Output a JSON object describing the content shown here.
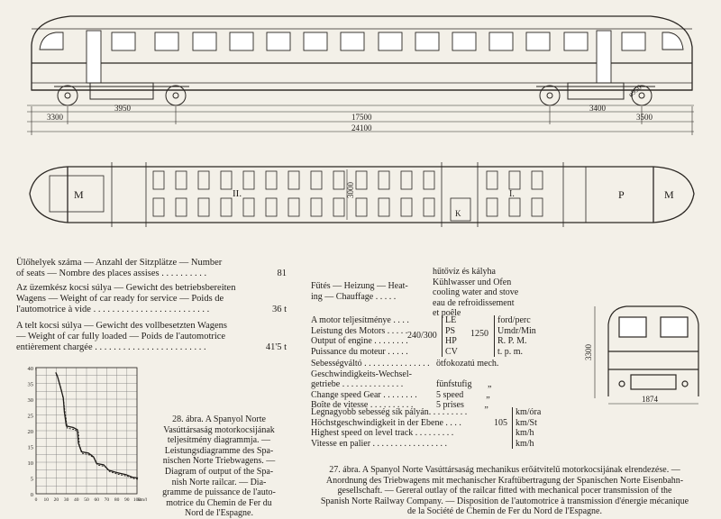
{
  "side_view": {
    "dim_labels": [
      "3300",
      "3950",
      "17500",
      "3400",
      "3500",
      "24100"
    ],
    "wheel_labels": [
      "ø950",
      "ø850"
    ]
  },
  "plan_view": {
    "labels": [
      "M",
      "II.",
      "3000",
      "K",
      "I.",
      "P",
      "M"
    ]
  },
  "weights": {
    "seats": {
      "text": "Ülőhelyek száma — Anzahl der Sitzplätze — Number\nof seats — Nombre des places assises . . . . . . . . . .",
      "value": "81"
    },
    "empty": {
      "text": "Az üzemkész kocsi súlya — Gewicht des betriebsbereiten\nWagens — Weight of car ready for service — Poids de\nl'automotrice à vide . . . . . . . . . . . . . . . . . . . . . . . . .",
      "value": "36 t"
    },
    "loaded": {
      "text": "A telt kocsi súlya — Gewicht des vollbesetzten Wagens\n— Weight of car fully loaded — Poids de l'automotrice\nentièrement chargée . . . . . . . . . . . . . . . . . . . . . . . .",
      "value": "41'5 t"
    }
  },
  "heating": {
    "label": "Fűtés — Heizung — Heat-\ning — Chauffage . . . . .",
    "values": "hűtővíz és kályha\nKühlwasser und Ofen\ncooling water and stove\neau de refroidissement\net poêle"
  },
  "engine": {
    "label": "A motor teljesítménye . . . .\nLeistung des Motors . . . . .\nOutput of engine . . . . . . . .\nPuissance du moteur . . . . .",
    "power": "240/300",
    "units": "LE\nPS\nHP\nCV",
    "rpm": "1250",
    "rpm_units": "ford/perc\nUmdr/Min\nR. P. M.\nt. p. m."
  },
  "gears": {
    "label": "Sebességváltó . . . . . . . . . . . . . . .\nGeschwindigkeits-Wechsel-\n   getriebe . . . . . . . . . . . . . .\nChange speed Gear . . . . . . . .\nBoîte de vitesse . . . . . . . . . .",
    "values": "ötfokozatú mech.\n\nfünfstufig       „\n5 speed          „\n5 prises         „"
  },
  "speed": {
    "label": "Legnagyobb sebesség sík pályán. . . . . . . . .\nHöchstgeschwindigkeit in der Ebene . . . .\nHighest speed on level track . . . . . . . . .\nVitesse en palier . . . . . . . . . . . . . . . . .",
    "value": "105",
    "units": "km/óra\nkm/St\nkm/h\nkm/h"
  },
  "front_view": {
    "height_label": "3300",
    "width_label": "1874"
  },
  "figure28_caption": "28. ábra. A Spanyol Norte\nVasúttársaság motorkocsijának\nteljesítmény diagrammja. —\nLeistungsdiagramme des Spa-\nnischen Norte Triebwagens. —\nDiagram of output of the Spa-\nnish Norte railcar. — Dia-\ngramme de puissance de l'auto-\nmotrice du Chemin de Fer du\nNord de l'Espagne.",
  "figure27_caption": "27. ábra. A Spanyol Norte Vasúttársaság mechanikus erőátvitelű motorkocsijának elrendezése. —\nAnordnung des Triebwagens mit mechanischer Kraftübertragung der Spanischen Norte Eisenbahn-\ngesellschaft. — Gereral outlay of the railcar fitted with mechanical pocer transmission of the\nSpanish Norte Railway Company. — Disposition de l'automotrice à transmission d'énergie mécanique\nde la Société de Chemin de Fer du Nord de l'Espagne.",
  "chart_data": {
    "type": "line",
    "title": "",
    "xlabel": "",
    "ylabel": "",
    "xlim": [
      0,
      100
    ],
    "ylim": [
      0,
      40
    ],
    "y_ticks": [
      "40",
      "35",
      "30",
      "25",
      "20",
      "15",
      "10",
      "5",
      "0"
    ],
    "x_ticks": [
      "0",
      "10",
      "20",
      "30",
      "40",
      "50",
      "60",
      "70",
      "80",
      "90",
      "100"
    ],
    "x_unit_label": "km/h",
    "y_unit_label": "t",
    "grid": true,
    "series": [
      {
        "values": [
          [
            19.5,
            38.5
          ],
          [
            21,
            37.5
          ],
          [
            24,
            34
          ],
          [
            27,
            30.5
          ],
          [
            28,
            26
          ],
          [
            30,
            21.5
          ],
          [
            37,
            21
          ],
          [
            41,
            20.3
          ],
          [
            42,
            16
          ],
          [
            45,
            13.3
          ],
          [
            52,
            12.9
          ],
          [
            57,
            11.7
          ],
          [
            60,
            9.6
          ],
          [
            67,
            9.2
          ],
          [
            72,
            7.5
          ],
          [
            80,
            6.7
          ],
          [
            89,
            6.1
          ],
          [
            96,
            5.2
          ],
          [
            101,
            5
          ]
        ]
      },
      {
        "values": [
          [
            20,
            37.8
          ],
          [
            22,
            36.6
          ],
          [
            25,
            33.2
          ],
          [
            27.5,
            29
          ],
          [
            29,
            25.2
          ],
          [
            31,
            20.8
          ],
          [
            38,
            20.4
          ],
          [
            42,
            19.5
          ],
          [
            43,
            15.4
          ],
          [
            46,
            12.8
          ],
          [
            53,
            12.3
          ],
          [
            58,
            11.2
          ],
          [
            61,
            9.1
          ],
          [
            68,
            8.7
          ],
          [
            73,
            7
          ],
          [
            81,
            6.2
          ],
          [
            90,
            5.6
          ],
          [
            97,
            4.8
          ],
          [
            101,
            4.6
          ]
        ]
      }
    ]
  }
}
